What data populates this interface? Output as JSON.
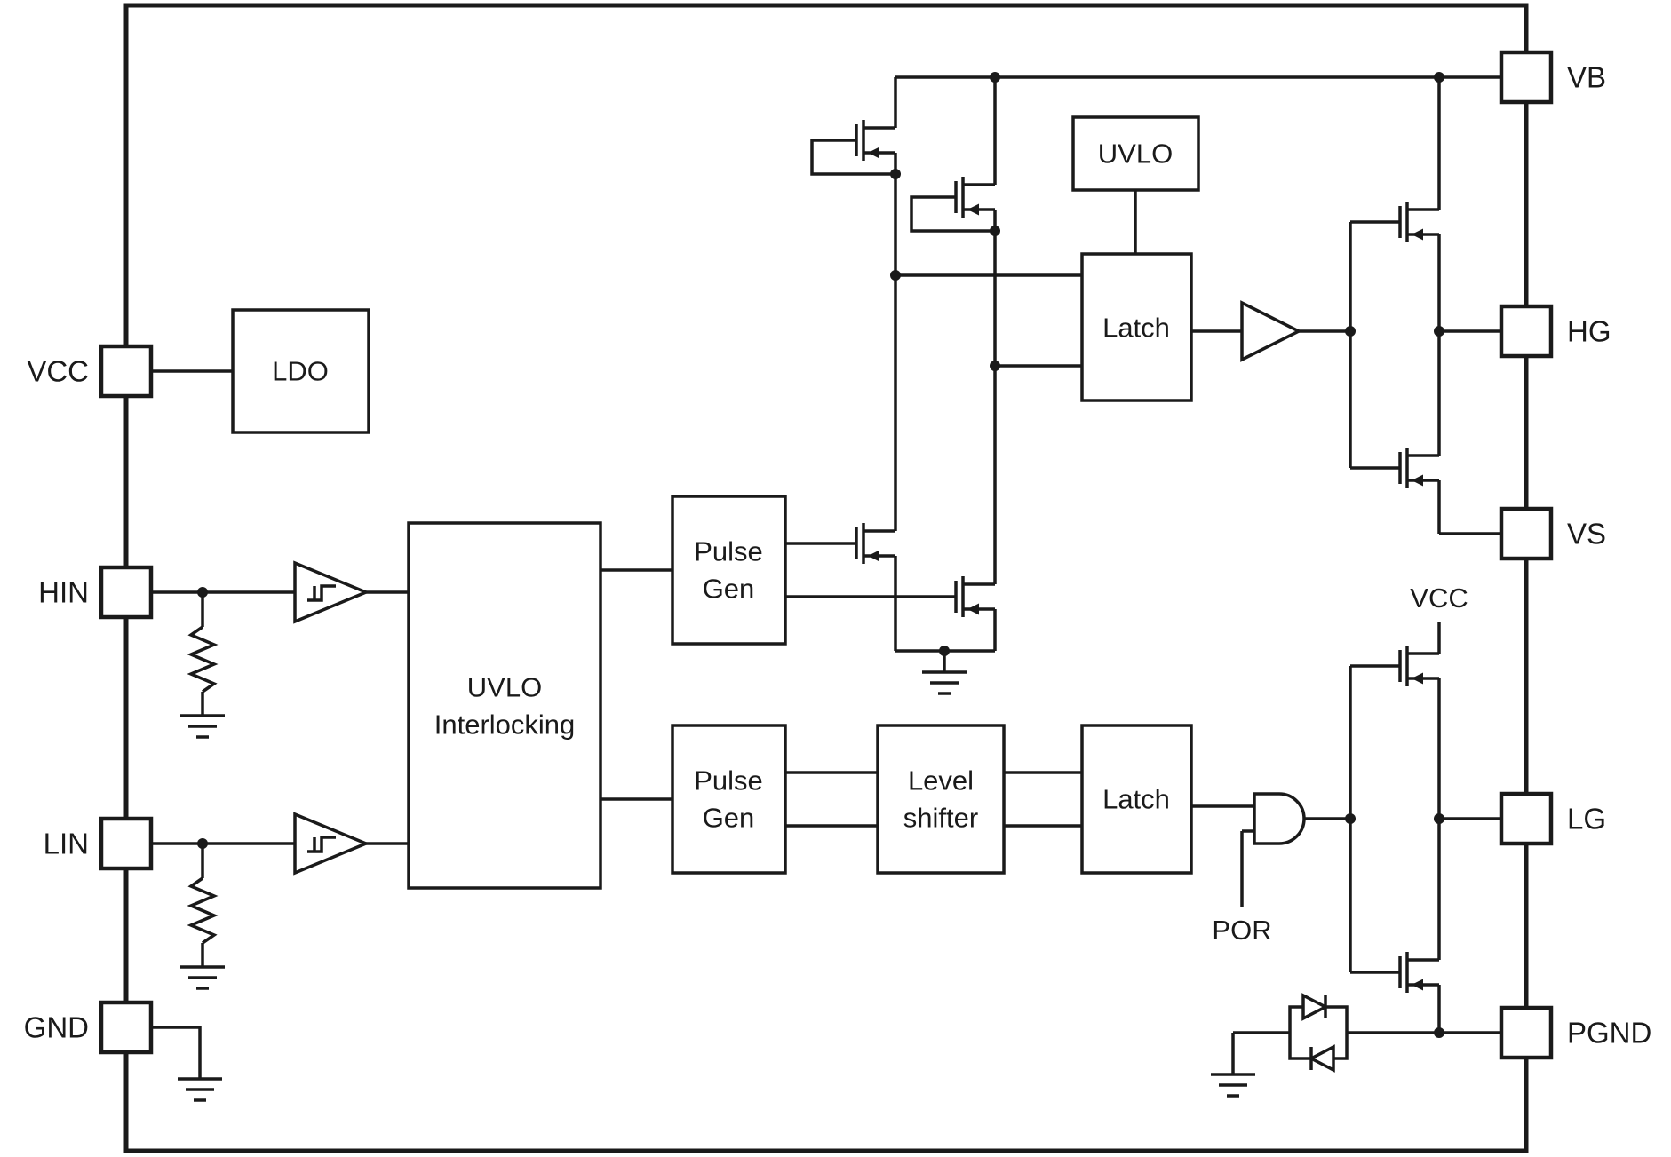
{
  "diagram": {
    "pins": {
      "left": [
        {
          "name": "VCC"
        },
        {
          "name": "HIN"
        },
        {
          "name": "LIN"
        },
        {
          "name": "GND"
        }
      ],
      "right": [
        {
          "name": "VB"
        },
        {
          "name": "HG"
        },
        {
          "name": "VS"
        },
        {
          "name": "LG"
        },
        {
          "name": "PGND"
        }
      ]
    },
    "blocks": {
      "ldo": {
        "label": "LDO"
      },
      "uvlo_interlocking": {
        "line1": "UVLO",
        "line2": "Interlocking"
      },
      "pulse_gen_high": {
        "line1": "Pulse",
        "line2": "Gen"
      },
      "pulse_gen_low": {
        "line1": "Pulse",
        "line2": "Gen"
      },
      "level_shifter": {
        "line1": "Level",
        "line2": "shifter"
      },
      "latch_high": {
        "label": "Latch"
      },
      "latch_low": {
        "label": "Latch"
      },
      "uvlo": {
        "label": "UVLO"
      }
    },
    "net_labels": {
      "vcc_rail": "VCC",
      "por": "POR"
    },
    "symbols": [
      "schmitt-trigger-icon",
      "resistor-icon",
      "ground-icon",
      "mosfet-icon",
      "buffer-icon",
      "and-gate-icon",
      "diode-pair-icon",
      "junction-dot"
    ],
    "colors": {
      "line": "#1a1a1a",
      "background": "#ffffff"
    }
  }
}
